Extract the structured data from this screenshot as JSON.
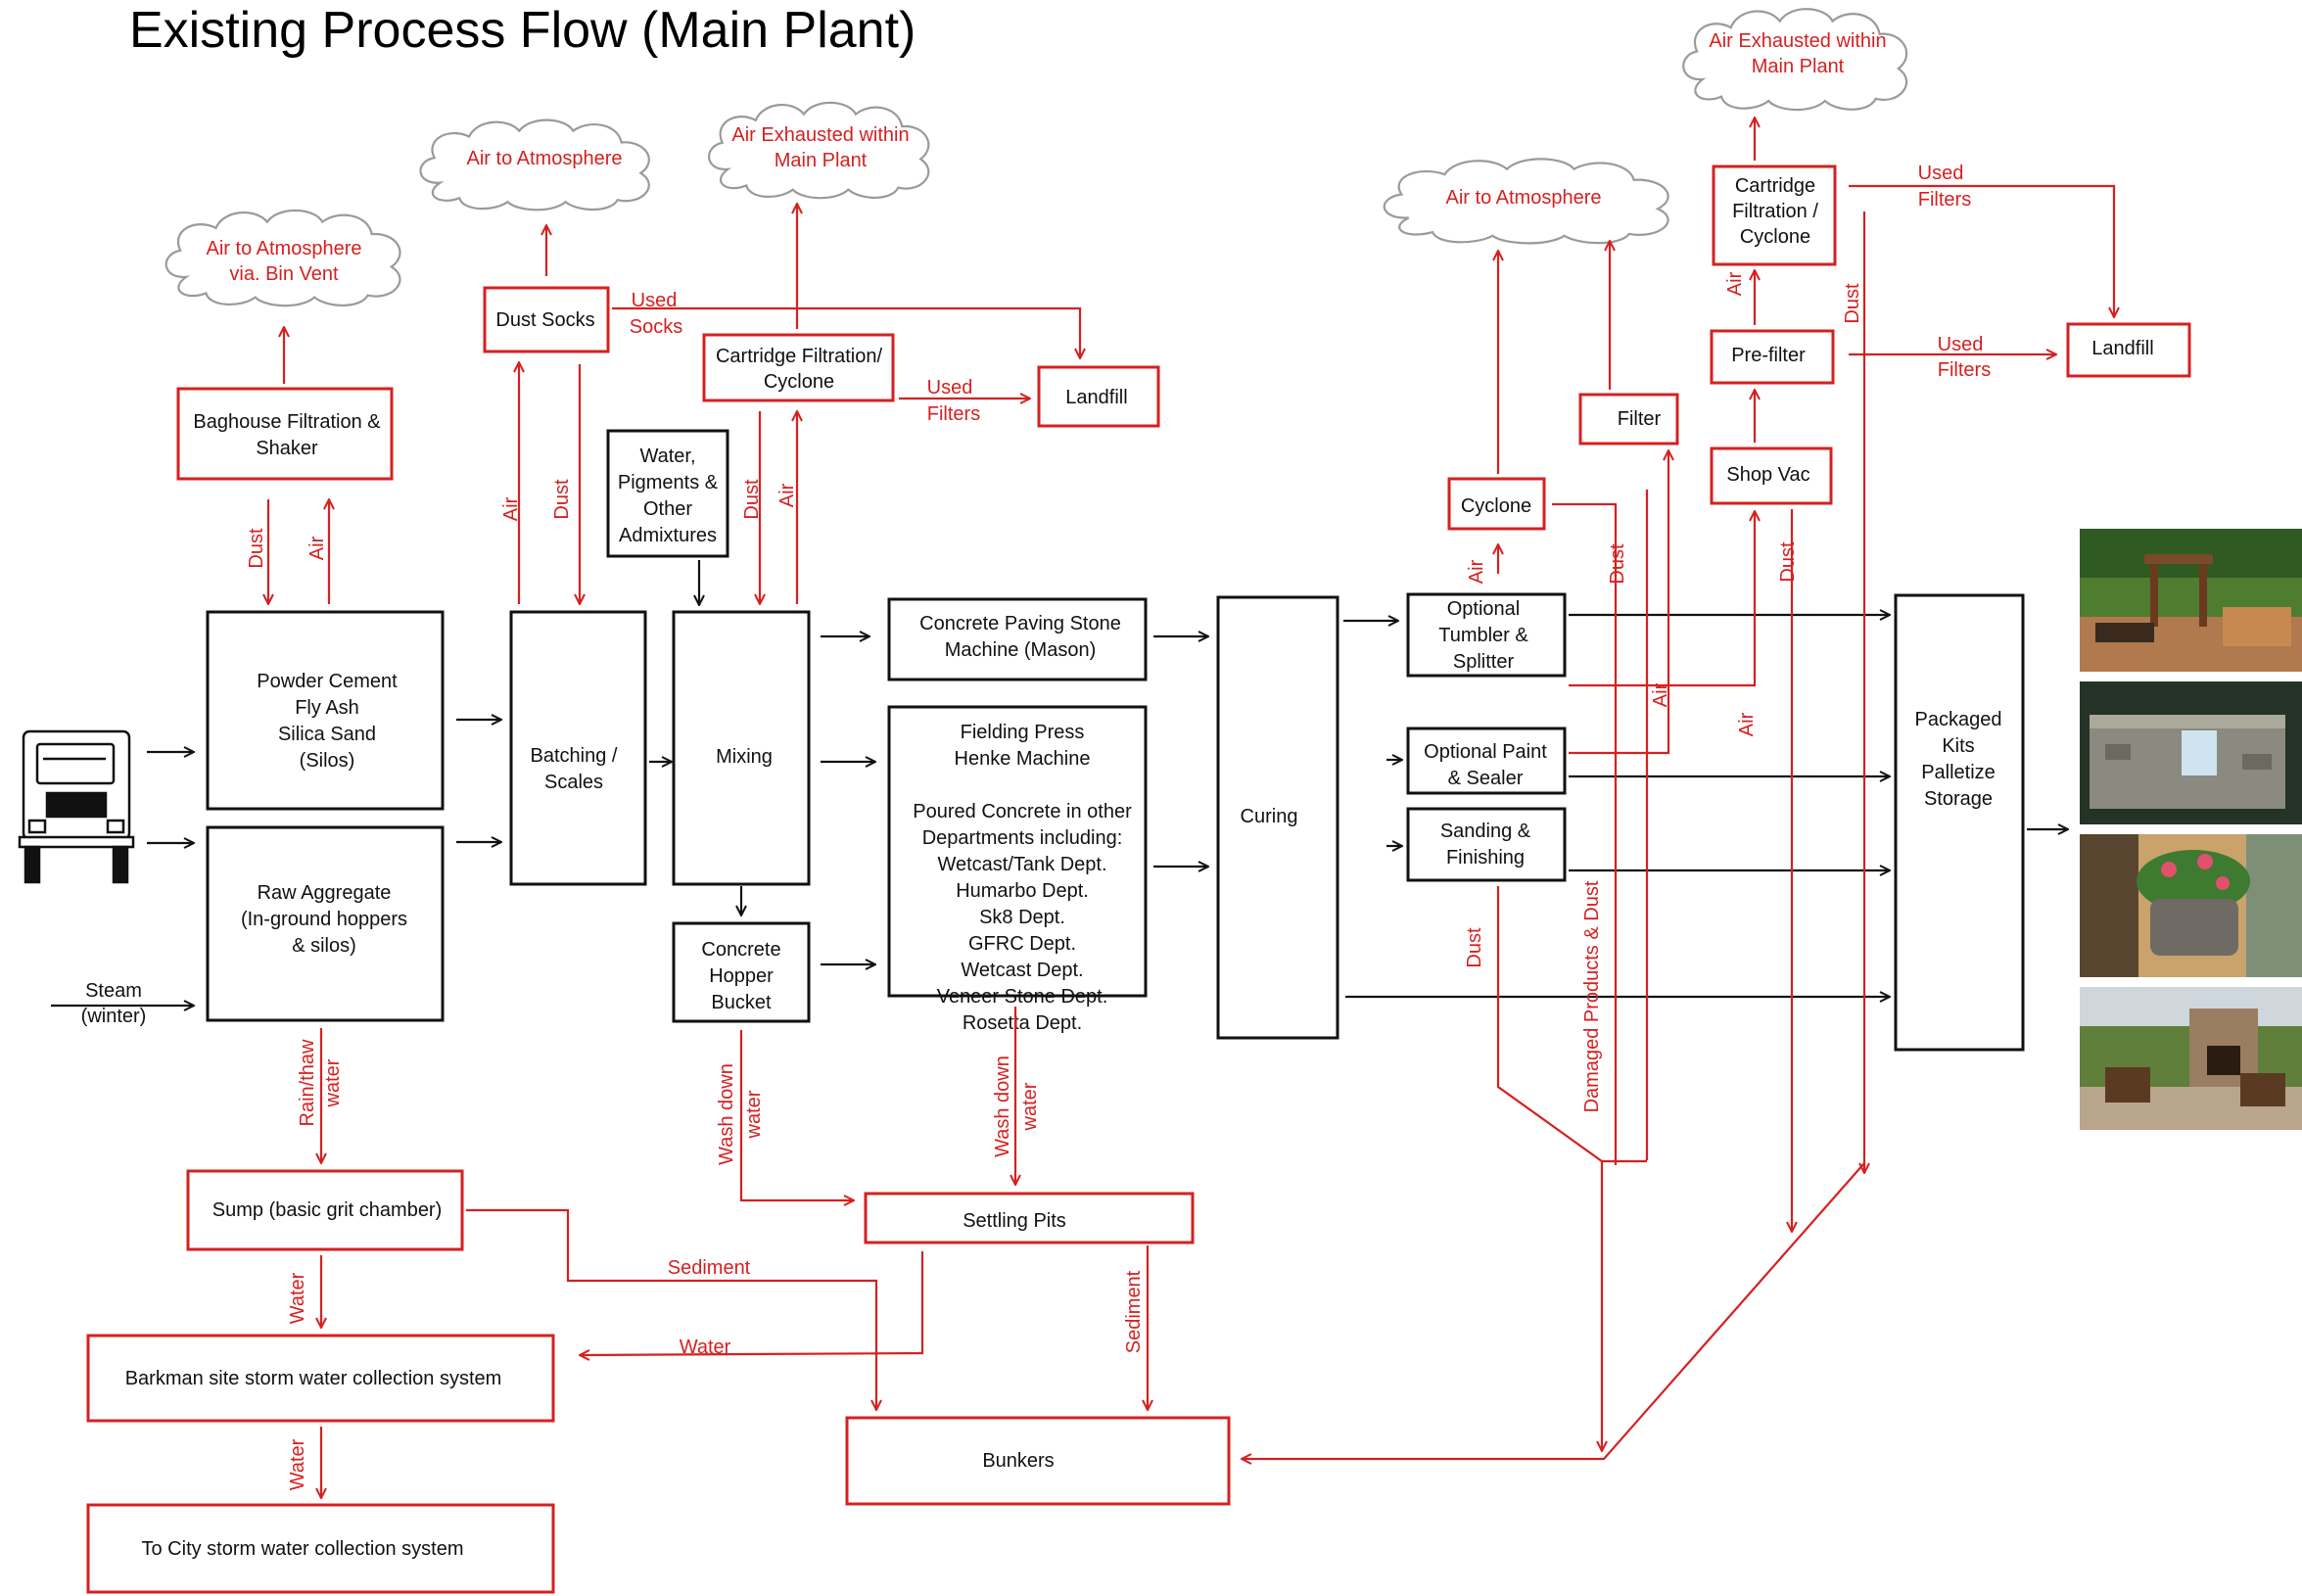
{
  "title": "Existing Process Flow (Main Plant)",
  "clouds": {
    "bin_vent": [
      "Air to Atmosphere",
      "via. Bin Vent"
    ],
    "atm_socks": [
      "Air to Atmosphere"
    ],
    "exhaust_mix": [
      "Air Exhausted within",
      "Main Plant"
    ],
    "atm_right": [
      "Air to Atmosphere"
    ],
    "exhaust_right": [
      "Air Exhausted within",
      "Main Plant"
    ]
  },
  "boxes": {
    "baghouse": [
      "Baghouse Filtration &",
      "Shaker"
    ],
    "dust_socks": [
      "Dust Socks"
    ],
    "cartridge_mix": [
      "Cartridge Filtration/",
      "Cyclone"
    ],
    "landfill_mix": [
      "Landfill"
    ],
    "water_pig": [
      "Water,",
      "Pigments &",
      "Other",
      "Admixtures"
    ],
    "silos": [
      "Powder Cement",
      "Fly Ash",
      "Silica Sand",
      "(Silos)"
    ],
    "raw_agg": [
      "Raw Aggregate",
      "(In-ground hoppers",
      "& silos)"
    ],
    "batching": [
      "Batching /",
      "Scales"
    ],
    "mixing": [
      "Mixing"
    ],
    "hopper": [
      "Concrete",
      "Hopper",
      "Bucket"
    ],
    "paving": [
      "Concrete Paving Stone",
      "Machine (Mason)"
    ],
    "fielding": [
      "Fielding Press",
      "Henke Machine",
      "",
      "Poured Concrete in other",
      "Departments including:",
      "Wetcast/Tank Dept.",
      "Humarbo Dept.",
      "Sk8 Dept.",
      "GFRC Dept.",
      "Wetcast Dept.",
      "Veneer Stone Dept.",
      "Rosetta Dept."
    ],
    "curing": [
      "Curing"
    ],
    "tumbler": [
      "Optional",
      "Tumbler &",
      "Splitter"
    ],
    "paint": [
      "Optional Paint",
      "& Sealer"
    ],
    "sanding": [
      "Sanding &",
      "Finishing"
    ],
    "cyclone": [
      "Cyclone"
    ],
    "filter": [
      "Filter"
    ],
    "shop_vac": [
      "Shop Vac"
    ],
    "prefilter": [
      "Pre-filter"
    ],
    "cartridge_right": [
      "Cartridge",
      "Filtration /",
      "Cyclone"
    ],
    "landfill_right": [
      "Landfill"
    ],
    "packaged": [
      "Packaged",
      "Kits",
      "Palletize",
      "Storage"
    ],
    "sump": [
      "Sump (basic grit chamber)"
    ],
    "storm_site": [
      "Barkman site storm water collection system"
    ],
    "storm_city": [
      "To City storm water collection system"
    ],
    "settling": [
      "Settling Pits"
    ],
    "bunkers": [
      "Bunkers"
    ]
  },
  "labels": {
    "steam": [
      "Steam",
      "(winter)"
    ],
    "used_socks": [
      "Used",
      "Socks"
    ],
    "used_filters_mix": [
      "Used",
      "Filters"
    ],
    "used_filters_top": [
      "Used",
      "Filters"
    ],
    "used_filters_mid": [
      "Used",
      "Filters"
    ],
    "sediment": "Sediment",
    "water": "Water"
  },
  "vlabels": {
    "dust": "Dust",
    "air": "Air",
    "rain_thaw": [
      "Rain/thaw",
      "water"
    ],
    "wash_down": [
      "Wash down",
      "water"
    ],
    "water": "Water",
    "sediment": "Sediment",
    "damaged": "Damaged Products & Dust"
  },
  "photos": [
    "pergola-patio-photo",
    "water-feature-photo",
    "planter-photo",
    "fireplace-patio-photo"
  ],
  "colors": {
    "black": "#111111",
    "red": "#d62020",
    "cloud": "#9a9a9a"
  }
}
